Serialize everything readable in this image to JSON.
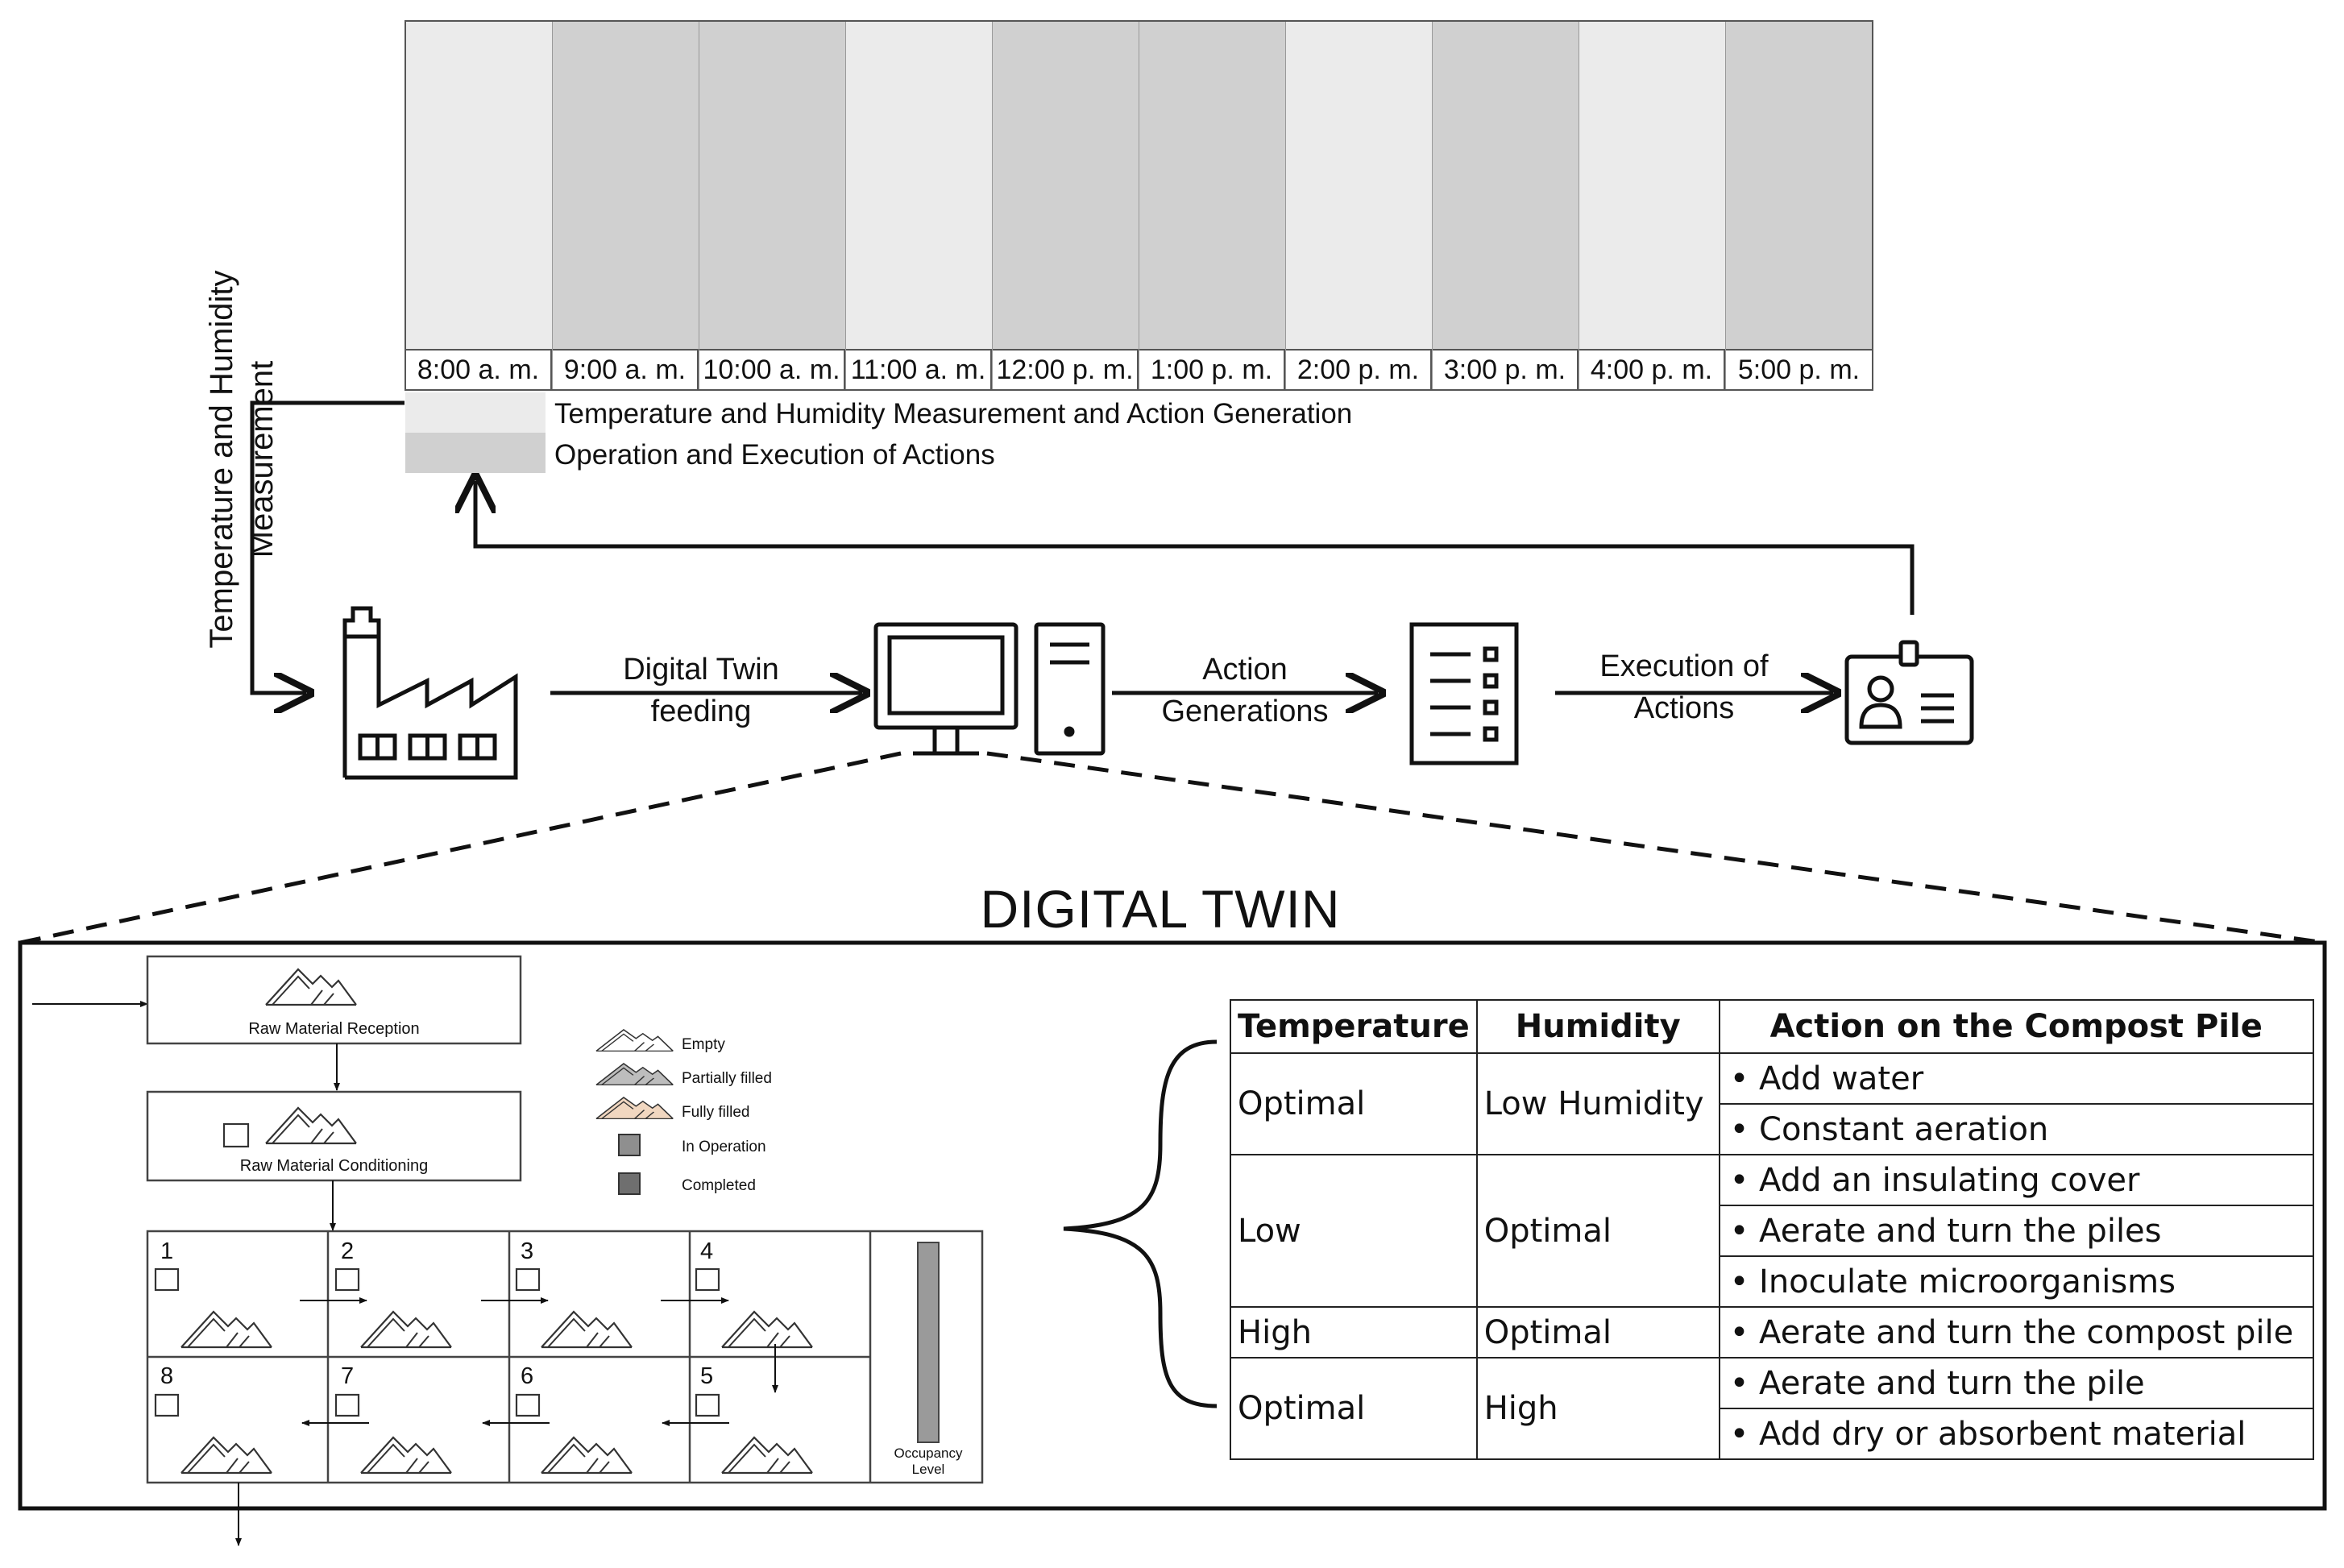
{
  "schedule": {
    "slots": [
      {
        "time": "8:00 a. m.",
        "phase": "measure"
      },
      {
        "time": "9:00 a. m.",
        "phase": "operate"
      },
      {
        "time": "10:00 a. m.",
        "phase": "operate"
      },
      {
        "time": "11:00 a. m.",
        "phase": "measure"
      },
      {
        "time": "12:00 p. m.",
        "phase": "operate"
      },
      {
        "time": "1:00 p. m.",
        "phase": "operate"
      },
      {
        "time": "2:00 p. m.",
        "phase": "measure"
      },
      {
        "time": "3:00 p. m.",
        "phase": "operate"
      },
      {
        "time": "4:00 p. m.",
        "phase": "measure"
      },
      {
        "time": "5:00 p. m.",
        "phase": "operate"
      }
    ],
    "legend": [
      {
        "label": "Temperature and Humidity Measurement and Action Generation",
        "phase": "measure"
      },
      {
        "label": "Operation and Execution of Actions",
        "phase": "operate"
      }
    ],
    "colors": {
      "measure": "#ebebeb",
      "operate": "#d0d0d0"
    }
  },
  "flow": {
    "measurement_label": "Temperature and Humidity Measurement",
    "feeding_label": "Digital Twin feeding",
    "action_label": "Action Generations",
    "execution_label": "Execution of Actions",
    "icons": [
      "factory-icon",
      "computer-monitor-icon",
      "computer-tower-icon",
      "checklist-icon",
      "id-badge-icon"
    ]
  },
  "digital_twin": {
    "title": "DIGITAL TWIN",
    "reception_label": "Raw Material Reception",
    "conditioning_label": "Raw Material Conditioning",
    "legend": [
      {
        "label": "Empty",
        "kind": "pile-empty"
      },
      {
        "label": "Partially filled",
        "kind": "pile-partial"
      },
      {
        "label": "Fully filled",
        "kind": "pile-full"
      },
      {
        "label": "In Operation",
        "kind": "square-operation"
      },
      {
        "label": "Completed",
        "kind": "square-completed"
      }
    ],
    "cells_top": [
      "1",
      "2",
      "3",
      "4"
    ],
    "cells_bottom": [
      "8",
      "7",
      "6",
      "5"
    ],
    "occupancy_label": "Occupancy Level",
    "colors": {
      "partial": "#bdbdbd",
      "full": "#f1d7c0",
      "operation": "#8f8f8f",
      "completed": "#6f6f6f"
    }
  },
  "table": {
    "headers": [
      "Temperature",
      "Humidity",
      "Action on the Compost Pile"
    ],
    "groups": [
      {
        "temperature": "Optimal",
        "humidity": "Low Humidity",
        "actions": [
          "• Add water",
          "• Constant aeration"
        ]
      },
      {
        "temperature": "Low",
        "humidity": "Optimal",
        "actions": [
          "• Add an insulating cover",
          "• Aerate and turn the piles",
          "• Inoculate microorganisms"
        ]
      },
      {
        "temperature": "High",
        "humidity": "Optimal",
        "actions": [
          "• Aerate and turn the compost pile"
        ]
      },
      {
        "temperature": "Optimal",
        "humidity": "High",
        "actions": [
          "• Aerate and turn the pile",
          "• Add dry or absorbent material"
        ]
      }
    ]
  }
}
